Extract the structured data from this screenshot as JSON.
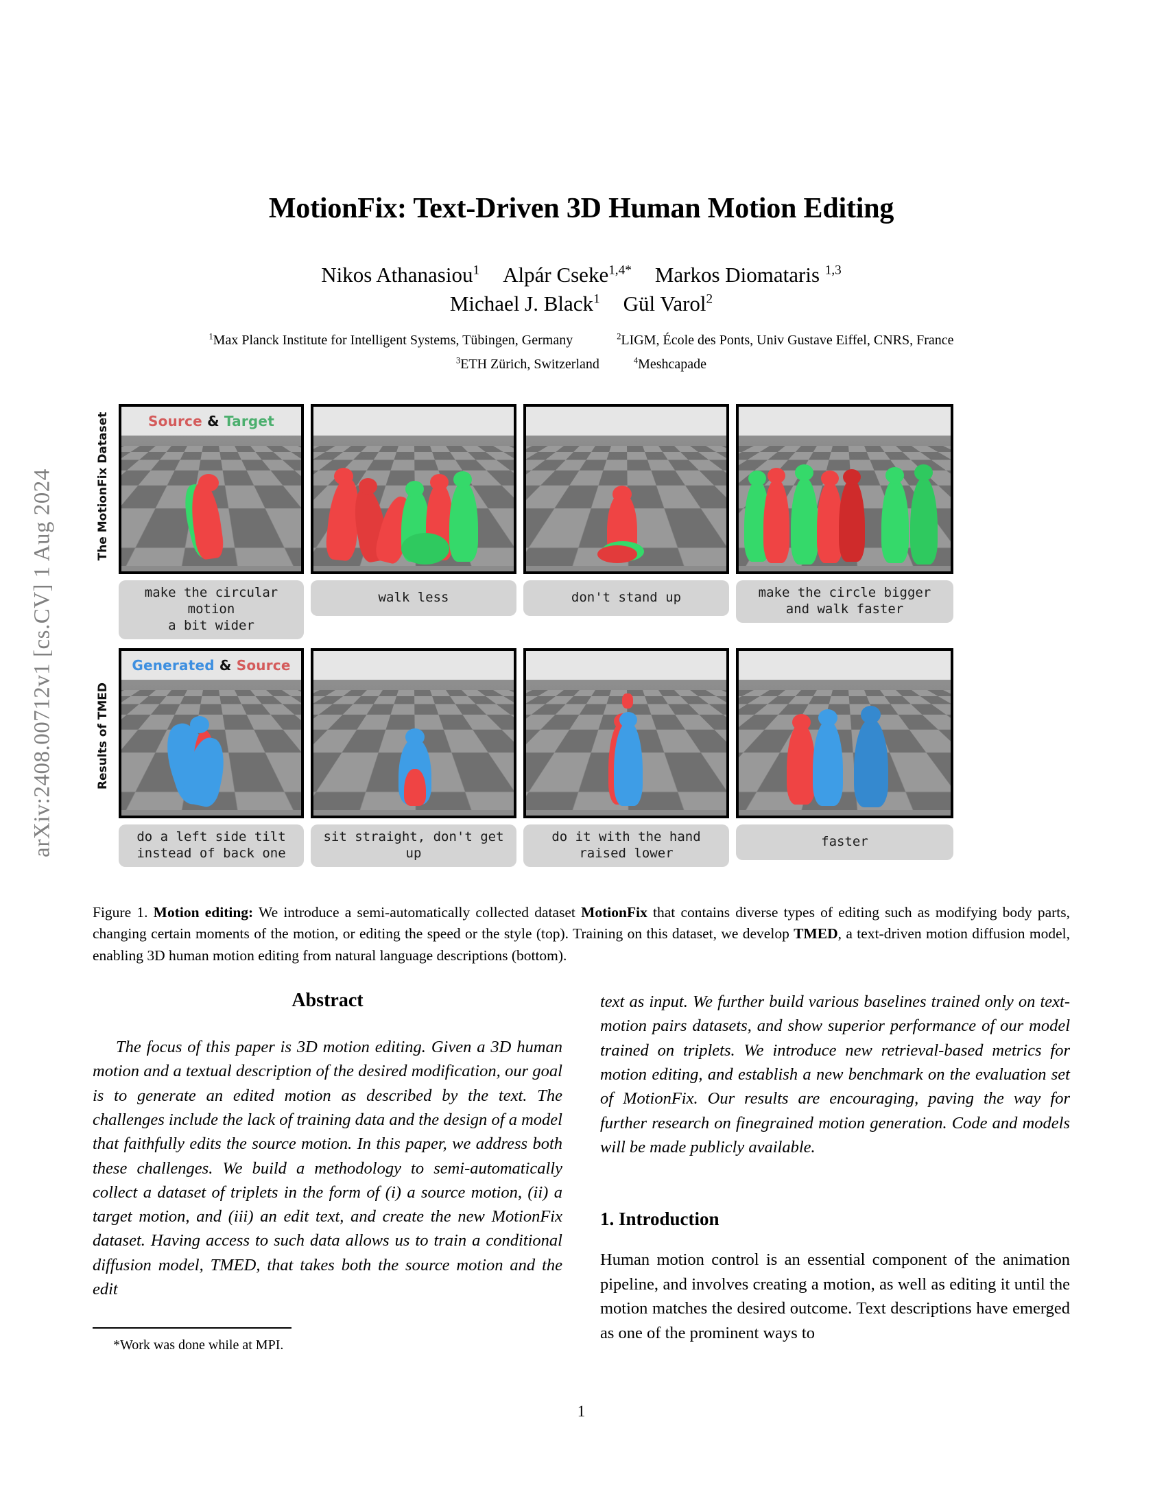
{
  "arxiv_stamp": "arXiv:2408.00712v1  [cs.CV]  1 Aug 2024",
  "title": "MotionFix: Text-Driven 3D Human Motion Editing",
  "authors": [
    {
      "name": "Nikos Athanasiou",
      "sup": "1"
    },
    {
      "name": "Alpár Cseke",
      "sup": "1,4*"
    },
    {
      "name": "Markos Diomataris ",
      "sup": "1,3"
    },
    {
      "name": "Michael J. Black",
      "sup": "1"
    },
    {
      "name": "Gül Varol",
      "sup": "2"
    }
  ],
  "affiliations": [
    {
      "sup": "1",
      "text": "Max Planck Institute for Intelligent Systems, Tübingen, Germany"
    },
    {
      "sup": "2",
      "text": "LIGM, École des Ponts, Univ Gustave Eiffel, CNRS, France"
    },
    {
      "sup": "3",
      "text": "ETH Zürich, Switzerland"
    },
    {
      "sup": "4",
      "text": "Meshcapade"
    }
  ],
  "figure": {
    "rows": [
      {
        "side_label": "The MotionFix Dataset",
        "header": {
          "first": "Source",
          "amp": "&",
          "second": "Target",
          "first_color": "#d45b5b",
          "second_color": "#4caf6e"
        },
        "panels": [
          {
            "caption": "make the circular motion\na bit wider"
          },
          {
            "caption": "walk less"
          },
          {
            "caption": "don't stand up"
          },
          {
            "caption": "make the circle bigger\nand walk faster"
          }
        ]
      },
      {
        "side_label": "Results of TMED",
        "header": {
          "first": "Generated",
          "amp": "&",
          "second": "Source",
          "first_color": "#3d8fe0",
          "second_color": "#d45b5b"
        },
        "panels": [
          {
            "caption": "do a left side tilt\ninstead of back one"
          },
          {
            "caption": "sit straight, don't get\nup"
          },
          {
            "caption": "do it with the hand\nraised lower"
          },
          {
            "caption": "faster"
          }
        ]
      }
    ],
    "caption": {
      "label": "Figure 1.",
      "bold_lead": "Motion editing:",
      "part1": " We introduce a semi-automatically collected dataset ",
      "bold_dataset": "MotionFix",
      "part2": " that contains diverse types of editing such as modifying body parts, changing certain moments of the motion, or editing the speed or the style (top). Training on this dataset, we develop ",
      "bold_model": "TMED",
      "part3": ", a text-driven motion diffusion model, enabling 3D human motion editing from natural language descriptions (bottom)."
    }
  },
  "abstract": {
    "heading": "Abstract",
    "left_text": "The focus of this paper is 3D motion editing. Given a 3D human motion and a textual description of the desired modification, our goal is to generate an edited motion as described by the text. The challenges include the lack of training data and the design of a model that faithfully edits the source motion. In this paper, we address both these challenges. We build a methodology to semi-automatically collect a dataset of triplets in the form of (i) a source motion, (ii) a target motion, and (iii) an edit text, and create the new MotionFix dataset. Having access to such data allows us to train a conditional diffusion model, TMED, that takes both the source motion and the edit",
    "right_text": "text as input. We further build various baselines trained only on text-motion pairs datasets, and show superior performance of our model trained on triplets. We introduce new retrieval-based metrics for motion editing, and establish a new benchmark on the evaluation set of MotionFix. Our results are encouraging, paving the way for further research on finegrained motion generation. Code and models will be made publicly available."
  },
  "section1": {
    "heading": "1. Introduction",
    "paragraph": "Human motion control is an essential component of the animation pipeline, and involves creating a motion, as well as editing it until the motion matches the desired outcome. Text descriptions have emerged as one of the prominent ways to"
  },
  "footnote": "*Work was done while at MPI.",
  "page_number": "1",
  "colors": {
    "source_red": "#d45b5b",
    "target_green": "#4caf6e",
    "generated_blue": "#3d8fe0",
    "mesh_red": "#ef4444",
    "mesh_green": "#35d96a",
    "mesh_blue": "#3e9de6",
    "caption_box": "#d4d4d4",
    "panel_header_bg": "#e6e6e6",
    "stamp_gray": "#808080"
  }
}
